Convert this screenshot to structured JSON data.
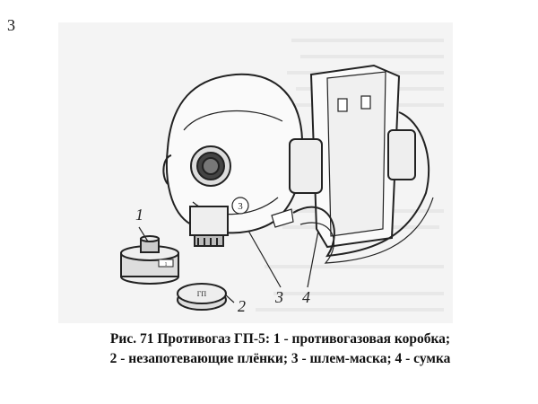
{
  "page": {
    "number": "3"
  },
  "figure": {
    "callouts": [
      "1",
      "2",
      "3",
      "4"
    ],
    "mask_badge": "3",
    "filter_stamp": "1",
    "lens_case_label": "ГП"
  },
  "caption": {
    "line1": "Рис. 71  Противогаз ГП-5: 1 - противогазовая коробка;",
    "line2": "2 - незапотевающие плёнки; 3 - шлем-маска; 4 - сумка"
  }
}
